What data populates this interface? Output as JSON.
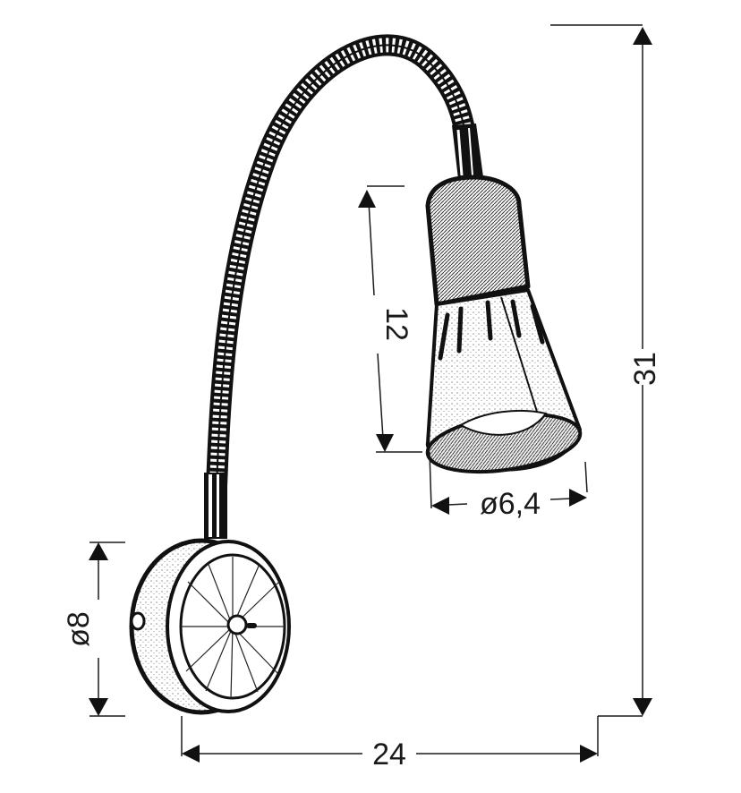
{
  "diagram": {
    "subject": "Wall lamp with flexible gooseneck arm and conical spot shade",
    "colors": {
      "ink": "#111111",
      "dimension_line": "#1a1a1a",
      "background": "#ffffff"
    },
    "parts": {
      "wall_base": "round wall base with radial-line face and switch knob",
      "gooseneck": "flexible gooseneck arm",
      "shade": "conical lamp shade with slotted lower section"
    },
    "dimensions": {
      "height_total": {
        "label": "31",
        "orientation": "vertical"
      },
      "width_total": {
        "label": "24",
        "orientation": "horizontal"
      },
      "shade_height": {
        "label": "12",
        "orientation": "vertical"
      },
      "shade_diameter": {
        "label": "ø6,4",
        "orientation": "horizontal"
      },
      "base_diameter": {
        "label": "ø8",
        "orientation": "vertical"
      }
    }
  }
}
